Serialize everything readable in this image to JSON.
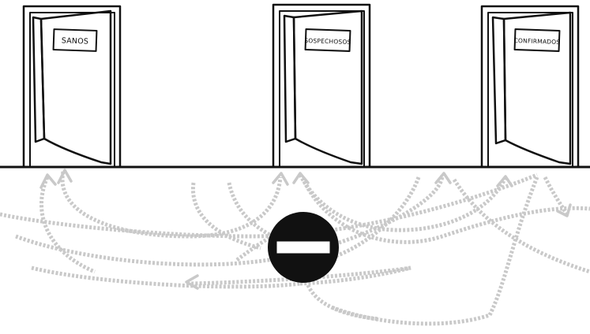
{
  "doors": [
    {
      "id": "sanos",
      "sign": "SANOS"
    },
    {
      "id": "sospechosos",
      "sign": "SOSPECHOSOS"
    },
    {
      "id": "confirmados",
      "sign": "CONFIRMADOS"
    }
  ],
  "icons": {
    "center": "no-entry-icon",
    "paths": "dashed-movement-arrows"
  },
  "colors": {
    "ink": "#111111",
    "paths": "#c9c9c9",
    "background": "#ffffff"
  }
}
